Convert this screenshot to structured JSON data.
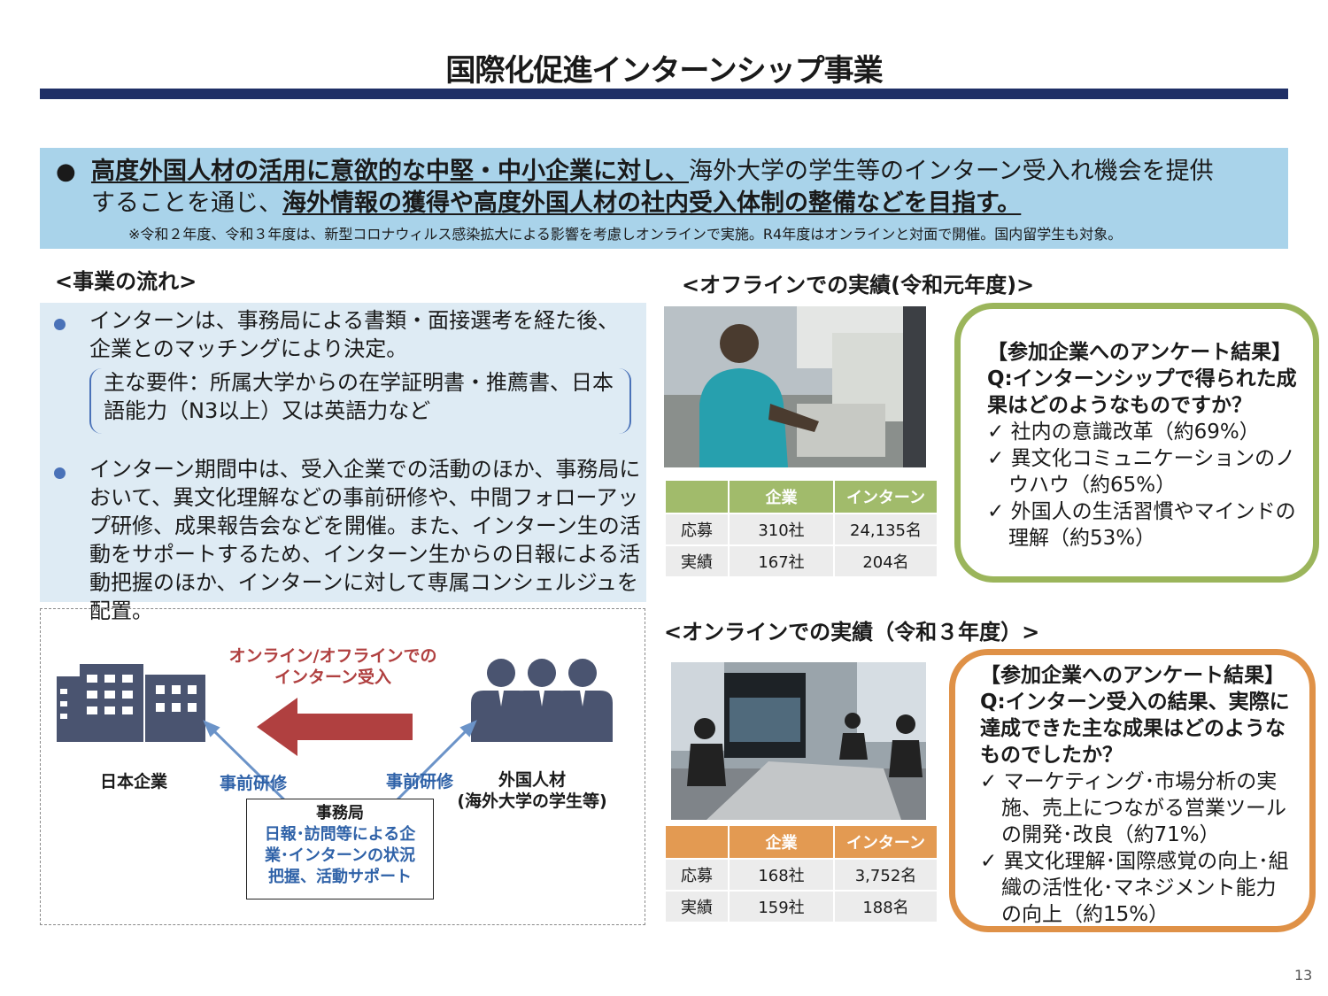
{
  "title": "国際化促進インターンシップ事業",
  "summary": {
    "bold1": "高度外国人材の活用に意欲的な中堅・中小企業に対し、",
    "text1": "海外大学の学生等のインターン受入れ機会を提供",
    "text2": "することを通じ、",
    "bold2": "海外情報の獲得や高度外国人材の社内受入体制の整備などを目指す。",
    "note": "※令和２年度、令和３年度は、新型コロナウィルス感染拡大による影響を考慮しオンラインで実施。R4年度はオンラインと対面で開催。国内留学生も対象。"
  },
  "flow": {
    "heading": "<事業の流れ>",
    "bullet1": "インターンは、事務局による書類・面接選考を経た後、企業とのマッチングにより決定。",
    "requirements": "主な要件：所属大学からの在学証明書・推薦書、日本語能力（N3以上）又は英語力など",
    "bullet2": "インターン期間中は、受入企業での活動のほか、事務局において、異文化理解などの事前研修や、中間フォローアップ研修、成果報告会などを開催。また、インターン生の活動をサポートするため、インターン生からの日報による活動把握のほか、インターンに対して専属コンシェルジュを配置。"
  },
  "diagram": {
    "arrow_label_1": "オンライン/オフラインでの",
    "arrow_label_2": "インターン受入",
    "company": "日本企業",
    "talent_1": "外国人材",
    "talent_2": "(海外大学の学生等)",
    "pretraining_left": "事前研修",
    "pretraining_right": "事前研修",
    "office_title": "事務局",
    "office_desc_1": "日報･訪問等による企",
    "office_desc_2": "業･インターンの状況",
    "office_desc_3": "把握、活動サポート",
    "colors": {
      "arrow": "#b04040",
      "blue": "#2f62a8",
      "icon": "#4a5470"
    }
  },
  "offline": {
    "heading": "<オフラインでの実績(令和元年度)>",
    "table": {
      "headers": [
        "",
        "企業",
        "インターン"
      ],
      "rows": [
        [
          "応募",
          "310社",
          "24,135名"
        ],
        [
          "実績",
          "167社",
          "204名"
        ]
      ]
    },
    "survey": {
      "heading": "【参加企業へのアンケート結果】",
      "question_1": "Q:インターンシップで得られた成",
      "question_2": "果はどのようなものですか？",
      "items": [
        "✓ 社内の意識改革（約69%）",
        "✓ 異文化コミュニケーションのノウハウ（約65%）",
        "✓ 外国人の生活習慣やマインドの理解（約53%）"
      ],
      "border_color": "#9bb55b"
    }
  },
  "online": {
    "heading": "<オンラインでの実績（令和３年度）>",
    "table": {
      "headers": [
        "",
        "企業",
        "インターン"
      ],
      "rows": [
        [
          "応募",
          "168社",
          "3,752名"
        ],
        [
          "実績",
          "159社",
          "188名"
        ]
      ]
    },
    "survey": {
      "heading": "【参加企業へのアンケート結果】",
      "question_1": "Q:インターン受入の結果、実際に",
      "question_2": "達成できた主な成果はどのような",
      "question_3": "ものでしたか？",
      "items": [
        "✓ マーケティング･市場分析の実施、売上につながる営業ツールの開発･改良（約71%）",
        "✓ 異文化理解･国際感覚の向上･組織の活性化･マネジメント能力の向上（約15%）"
      ],
      "border_color": "#df9147"
    }
  },
  "page_number": "13"
}
